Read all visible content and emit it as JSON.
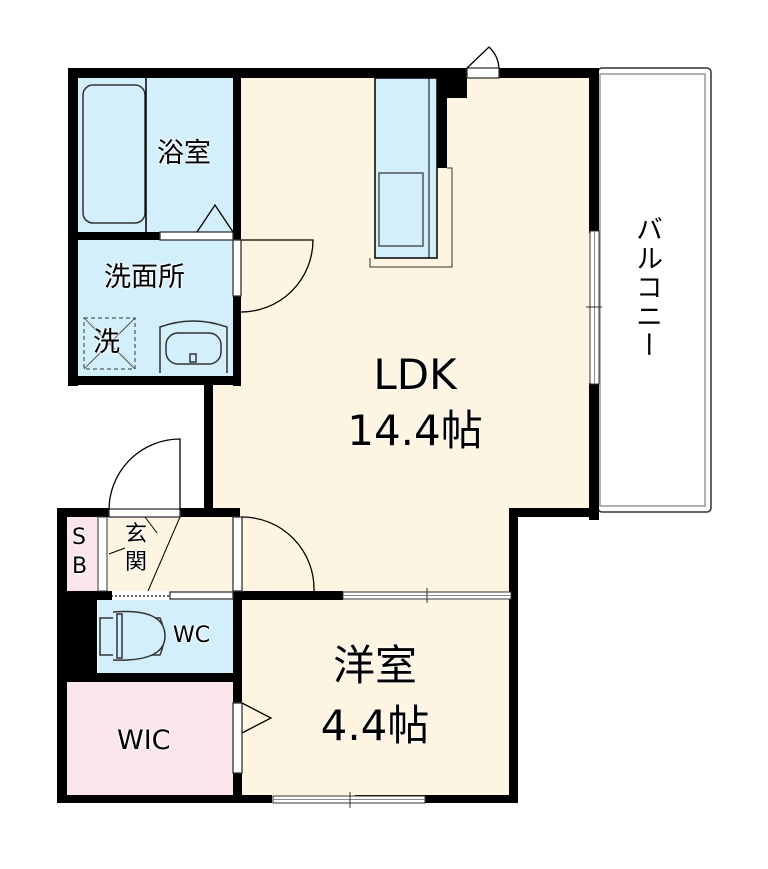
{
  "floorplan": {
    "colors": {
      "wall": "#000000",
      "wet_area": "#d4effc",
      "living": "#fdf4e1",
      "storage": "#fbe5ef",
      "balcony": "#ffffff"
    },
    "rooms": {
      "bath": {
        "label": "浴室"
      },
      "washroom": {
        "label": "洗面所",
        "washer_label": "洗"
      },
      "ldk": {
        "name": "LDK",
        "size": "14.4帖"
      },
      "balcony": {
        "label": "バルコニー"
      },
      "shoe_box": {
        "label_s": "S",
        "label_b": "B"
      },
      "entrance": {
        "label_1": "玄",
        "label_2": "関"
      },
      "wc": {
        "label": "WC"
      },
      "wic": {
        "label": "WIC"
      },
      "western_room": {
        "name": "洋室",
        "size": "4.4帖"
      }
    }
  }
}
